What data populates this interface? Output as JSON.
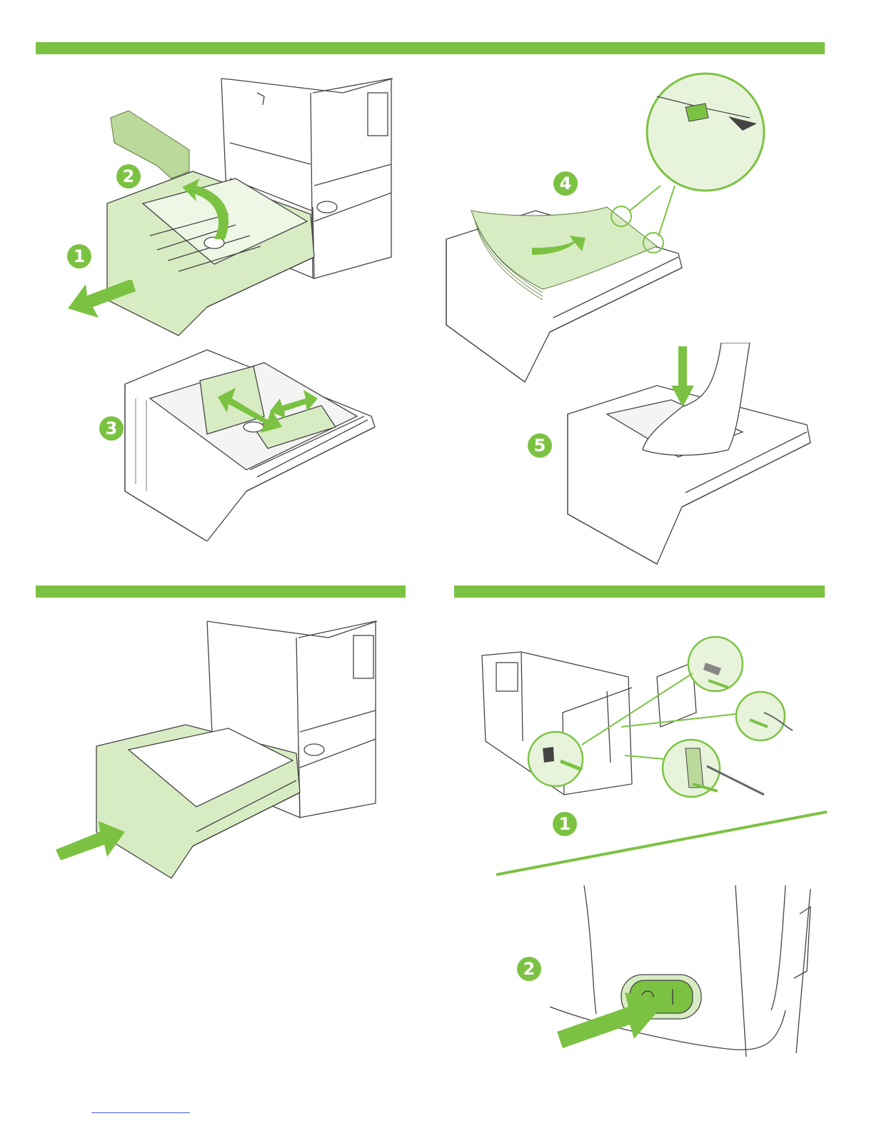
{
  "sections": {
    "load_tray": {
      "steps": [
        "1",
        "2",
        "3",
        "4",
        "5"
      ]
    },
    "close_tray": {},
    "connect_power": {
      "steps": [
        "1",
        "2"
      ]
    }
  },
  "colors": {
    "accent": "#7cc242",
    "tint": "#d8ecc4",
    "line": "#444444"
  },
  "icons": [
    "arrow-pull-icon",
    "arrow-curve-icon",
    "arrow-push-icon",
    "arrow-down-icon",
    "double-arrow-icon",
    "usb-icon",
    "network-icon",
    "power-switch-icon"
  ]
}
